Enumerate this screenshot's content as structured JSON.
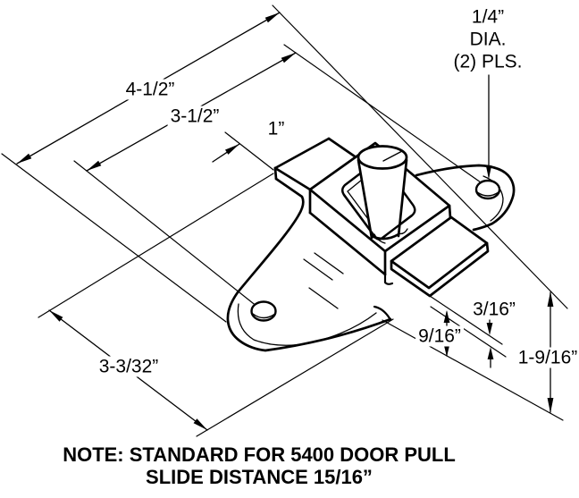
{
  "page": {
    "background": "#ffffff",
    "ink": "#000000"
  },
  "labels": {
    "overall_length": "4-1/2”",
    "hole_spacing": "3-1/2”",
    "tab_width": "1”",
    "base_width": "3-3/32”",
    "slide_thickness": "3/16”",
    "slide_offset": "9/16”",
    "overall_width": "1-9/16”"
  },
  "callout": {
    "line1": "1/4”",
    "line2": "DIA.",
    "line3": "(2) PLS."
  },
  "note": {
    "line1": "NOTE: STANDARD FOR 5400 DOOR PULL",
    "line2": "SLIDE DISTANCE 15/16”"
  }
}
